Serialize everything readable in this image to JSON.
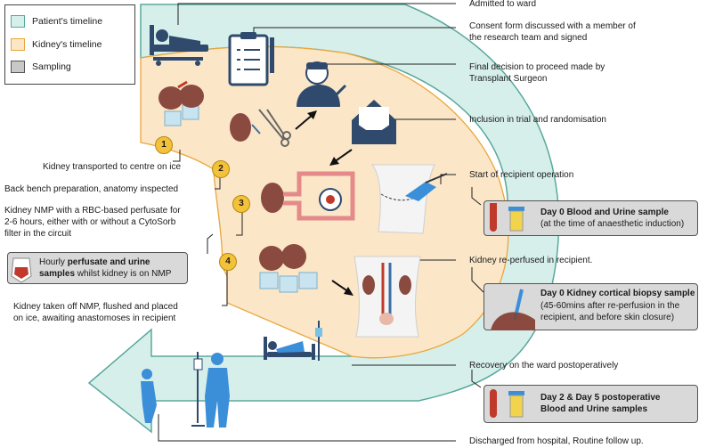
{
  "legend": {
    "items": [
      {
        "label": "Patient's timeline",
        "color": "#d7efeb"
      },
      {
        "label": "Kidney's timeline",
        "color": "#fbe6c8"
      },
      {
        "label": "Sampling",
        "color": "#c8c8c8"
      }
    ]
  },
  "patient_events": {
    "admitted": "Admitted to ward",
    "consent_1": "Consent form discussed with a member of",
    "consent_2": "the research team and signed",
    "decision_1": "Final decision to proceed made by",
    "decision_2": "Transplant Surgeon",
    "inclusion": "Inclusion in trial and randomisation",
    "start_op": "Start of recipient operation",
    "reperfused": "Kidney re-perfused in recipient.",
    "recovery": "Recovery on the ward postoperatively",
    "discharged": "Discharged from hospital, Routine follow up."
  },
  "kidney_events": {
    "step1": "Kidney transported to centre on ice",
    "step2": "Back bench preparation, anatomy inspected",
    "step3_1": "Kidney NMP with a RBC-based perfusate for",
    "step3_2": "2-6 hours, either with or without a CytoSorb",
    "step3_3": "filter in the circuit",
    "step4_1": "Kidney taken off NMP,  flushed and placed",
    "step4_2": "on ice, awaiting anastomoses in recipient"
  },
  "step_numbers": [
    "1",
    "2",
    "3",
    "4"
  ],
  "samples": {
    "perfusate_pre": "Hourly ",
    "perfusate_bold_1": "perfusate and urine",
    "perfusate_bold_2": "samples",
    "perfusate_post": " whilst kidney is on NMP",
    "day0_title": "Day 0 Blood and Urine sample",
    "day0_sub": "(at the time of anaesthetic induction)",
    "biopsy_title": "Day 0 Kidney cortical biopsy sample",
    "biopsy_sub_1": "(45-60mins after re-perfusion in the",
    "biopsy_sub_2": "recipient, and before skin closure)",
    "postop_title_1": "Day 2 & Day 5 postoperative",
    "postop_title_2": "Blood and Urine samples"
  },
  "colors": {
    "patient_band": "#d7efeb",
    "patient_border": "#5aa89c",
    "kidney_band": "#fbe6c8",
    "kidney_border": "#e8a73c",
    "sample_box": "#d9d9d9",
    "icon_navy": "#2f4a6d",
    "kidney": "#8a4a3f"
  }
}
